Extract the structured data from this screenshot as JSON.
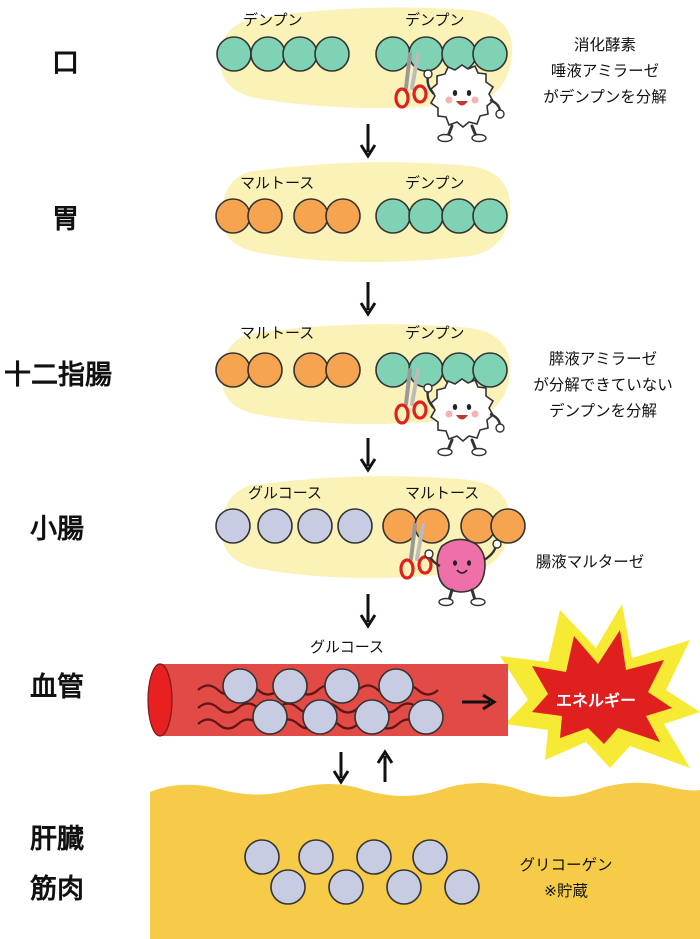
{
  "stages": {
    "mouth": {
      "organ": "口",
      "left_label": "デンプン",
      "right_label": "デンプン",
      "desc_lines": [
        "消化酵素",
        "唾液アミラーゼ",
        "がデンプンを分解"
      ]
    },
    "stomach": {
      "organ": "胃",
      "left_label": "マルトース",
      "right_label": "デンプン"
    },
    "duodenum": {
      "organ": "十二指腸",
      "left_label": "マルトース",
      "right_label": "デンプン",
      "desc_lines": [
        "膵液アミラーゼ",
        "が分解できていない",
        "デンプンを分解"
      ]
    },
    "small_intestine": {
      "organ": "小腸",
      "left_label": "グルコース",
      "right_label": "マルトース",
      "desc_lines": [
        "腸液マルターゼ"
      ]
    },
    "blood": {
      "organ": "血管",
      "label": "グルコース",
      "energy_label": "エネルギー"
    },
    "liver": {
      "organ_lines": [
        "肝臓",
        "筋肉"
      ],
      "desc_lines": [
        "グリコーゲン",
        "※貯蔵"
      ]
    }
  },
  "colors": {
    "bubble": "#fbf2b8",
    "starch": "#7fd2b4",
    "maltose": "#f7a450",
    "glucose": "#c7cce3",
    "vessel": "#e24a45",
    "liver": "#f6cb48",
    "burst_outer": "#f7ea35",
    "burst_inner": "#e01f1f",
    "enzyme2": "#ef6fa8"
  },
  "icons": [
    "scissors-icon",
    "amylase-character-icon",
    "maltase-character-icon",
    "down-arrow-icon",
    "up-arrow-icon",
    "right-arrow-icon"
  ]
}
